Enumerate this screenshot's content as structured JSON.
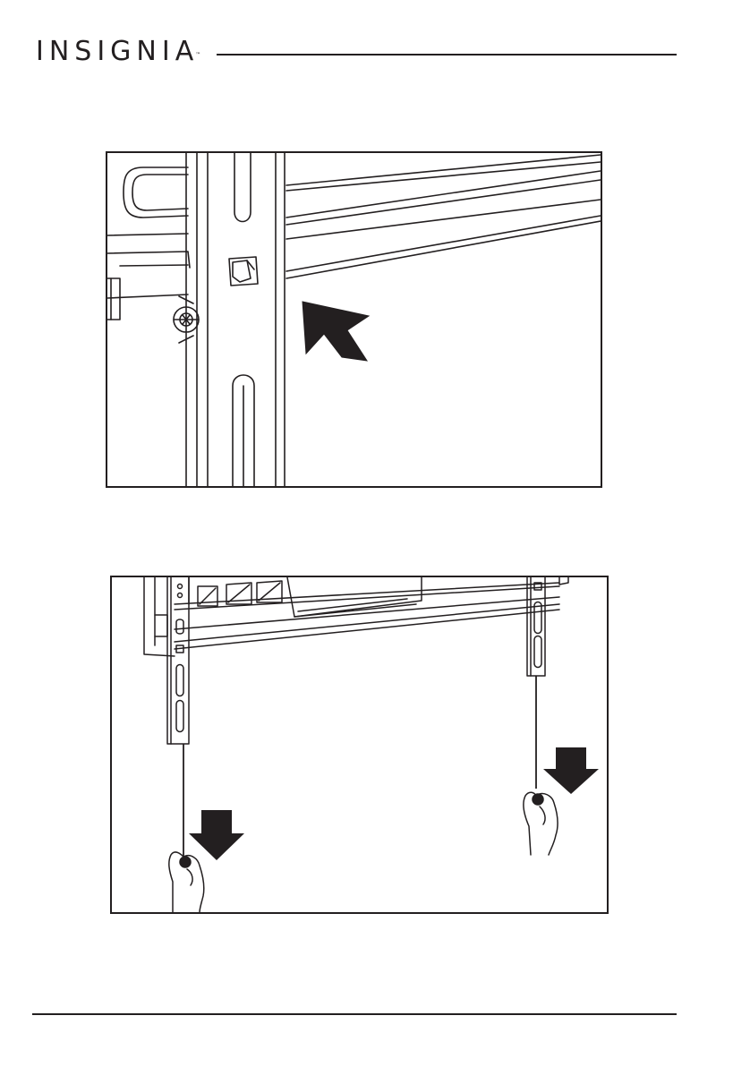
{
  "header": {
    "brand": "INSIGNIA",
    "trademark": "™"
  },
  "figures": [
    {
      "name": "bracket-attached-closeup",
      "arrow_direction": "up-left"
    },
    {
      "name": "pull-cords-down",
      "arrow_direction": "down"
    }
  ],
  "colors": {
    "ink": "#231f20",
    "background": "#ffffff"
  }
}
